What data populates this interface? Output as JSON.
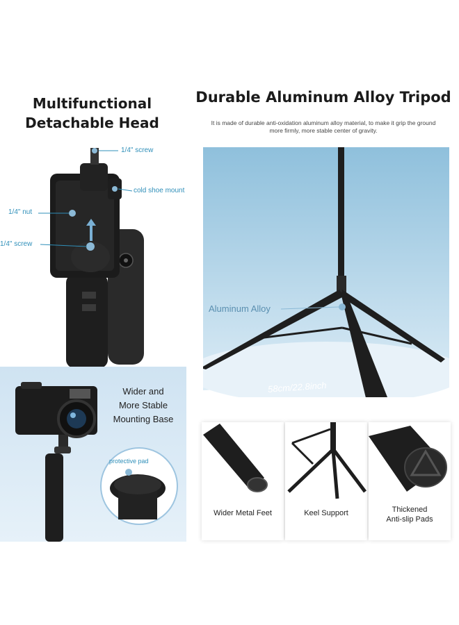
{
  "left_heading": [
    "Multifunctional",
    "Detachable Head"
  ],
  "right_heading": "Durable Aluminum Alloy Tripod",
  "right_description": "It is made of durable anti-oxidation aluminum alloy material, to make it grip the ground more firmly, more stable center of gravity.",
  "callouts": {
    "top_screw": "1/4\" screw",
    "cold_shoe": "cold shoe mount",
    "nut": "1/4\" nut",
    "bottom_screw": "1/4\" screw",
    "aluminum": "Aluminum Alloy",
    "height_label": "58cm/22.8inch"
  },
  "base_panel": {
    "title_line1": "Wider and",
    "title_line2": "More Stable",
    "title_line3": "Mounting Base",
    "pad_label": "protective pad"
  },
  "features": [
    {
      "label_line1": "Wider Metal Feet",
      "label_line2": ""
    },
    {
      "label_line1": "Keel Support",
      "label_line2": ""
    },
    {
      "label_line1": "Thickened",
      "label_line2": "Anti-slip Pads"
    }
  ],
  "colors": {
    "accent": "#2f8fb9",
    "panel_blue": "#cfe3f2",
    "product_black": "#1e1e1e"
  }
}
